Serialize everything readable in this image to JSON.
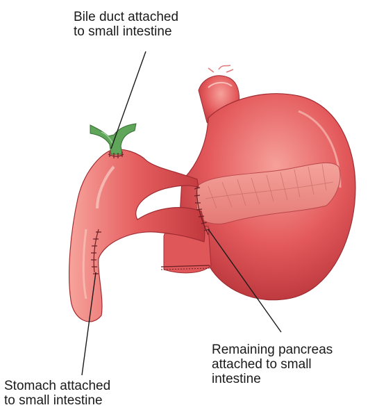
{
  "labels": {
    "bile_duct": [
      "Bile duct attached",
      "to small intestine"
    ],
    "remaining_pancreas": [
      "Remaining pancreas",
      "attached to small",
      "intestine"
    ],
    "stomach": [
      "Stomach attached",
      "to small intestine"
    ]
  },
  "colors": {
    "organ_fill": "#e45a5c",
    "organ_light": "#f28a86",
    "organ_dark": "#b7343a",
    "pancreas": "#ee8a83",
    "bile_duct": "#5fa65a",
    "stitch": "#6a1f24",
    "leader": "#1a1a1a"
  }
}
